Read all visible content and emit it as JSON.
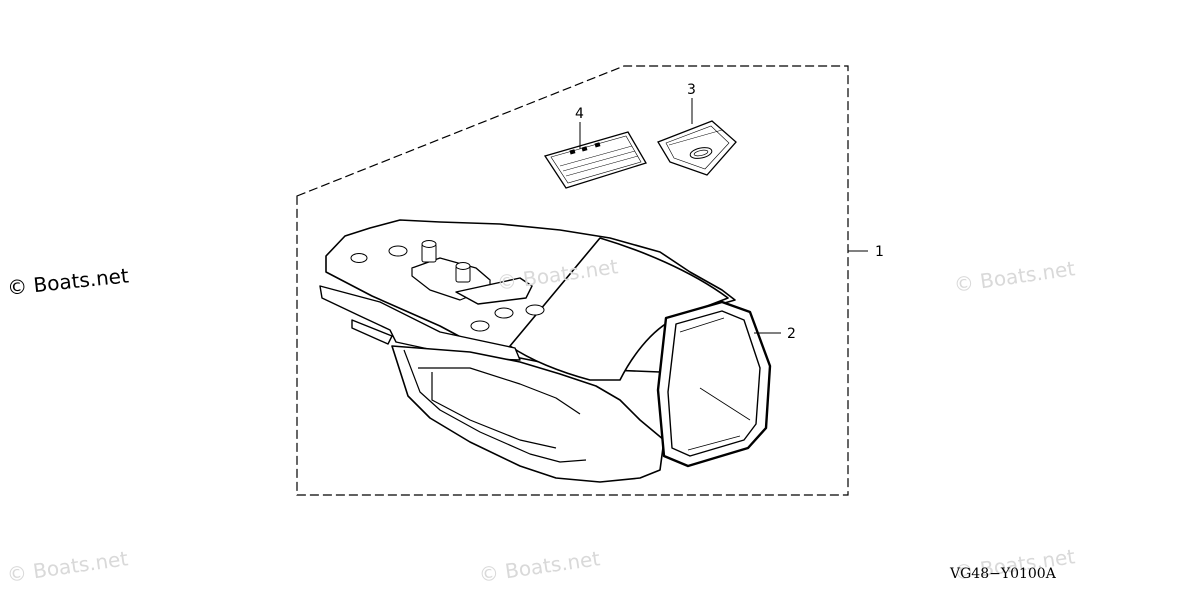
{
  "callouts": {
    "part1": "1",
    "part2": "2",
    "part3": "3",
    "part4": "4"
  },
  "watermarks": {
    "left_dark": "© Boats.net",
    "right": "© Boats.net",
    "center": "© Boats.net",
    "bottom_left": "© Boats.net",
    "bottom_center": "© Boats.net",
    "bottom_right": "© Boats.net"
  },
  "diagram_code": "VG48−Y0100A"
}
